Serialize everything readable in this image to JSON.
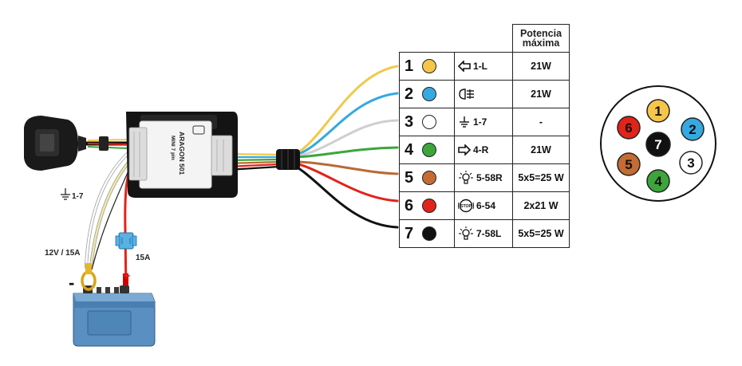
{
  "power_header": [
    "Potencia",
    "máxima"
  ],
  "pins": [
    {
      "num": "1",
      "color": "#f5c64a",
      "code": "1-L",
      "icon": "left-arrow-icon",
      "power": "21W"
    },
    {
      "num": "2",
      "color": "#35a9e0",
      "code": "",
      "icon": "fog-lamp-icon",
      "power": "21W"
    },
    {
      "num": "3",
      "color": "#ffffff",
      "code": "1-7",
      "icon": "ground-icon",
      "power": "-"
    },
    {
      "num": "4",
      "color": "#3da53b",
      "code": "4-R",
      "icon": "right-arrow-icon",
      "power": "21W"
    },
    {
      "num": "5",
      "color": "#c46c33",
      "code": "5-58R",
      "icon": "lamp-icon",
      "power": "5x5=25 W"
    },
    {
      "num": "6",
      "color": "#e2231a",
      "code": "6-54",
      "icon": "stop-icon",
      "power": "2x21 W"
    },
    {
      "num": "7",
      "color": "#111111",
      "code": "7-58L",
      "icon": "lamp-icon",
      "power": "5x5=25 W"
    }
  ],
  "module": {
    "brand": "ARAGON 501",
    "model": "MINI 7 pin"
  },
  "labels": {
    "ground": "1-7",
    "battery": "12V / 15A",
    "fuse": "15A",
    "minus": "-",
    "plus": "+"
  },
  "socket_pins": [
    "1",
    "2",
    "3",
    "4",
    "5",
    "6",
    "7"
  ]
}
